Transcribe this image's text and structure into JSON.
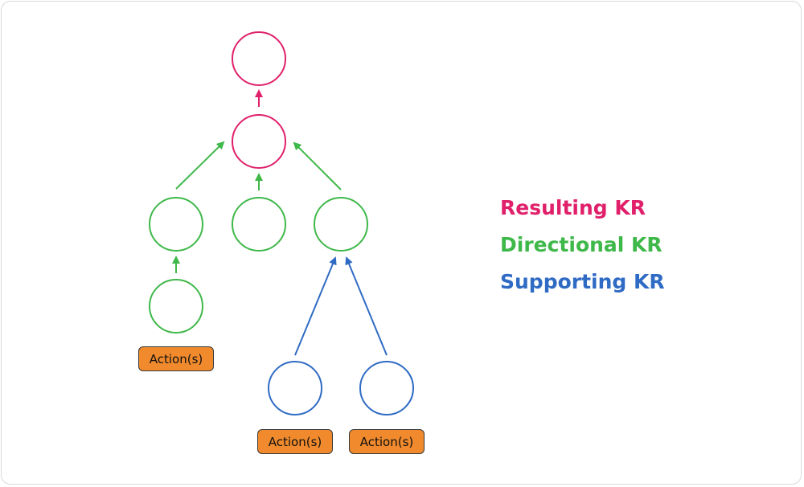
{
  "colors": {
    "resulting": "#e0206a",
    "directional": "#3fb84a",
    "supporting": "#2f6bc4",
    "action_fill": "#f08a2c"
  },
  "legend": {
    "resulting": "Resulting KR",
    "directional": "Directional KR",
    "supporting": "Supporting KR"
  },
  "actions": {
    "left": "Action(s)",
    "bottom_left": "Action(s)",
    "bottom_right": "Action(s)"
  }
}
